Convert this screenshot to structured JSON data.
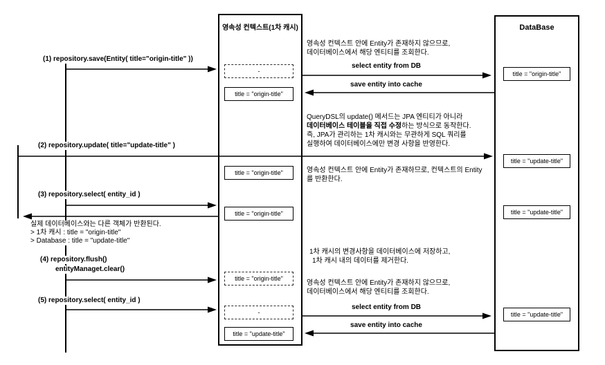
{
  "colors": {
    "stroke": "#000000",
    "background": "#ffffff"
  },
  "persistence_context": {
    "title": "영속성 컨텍스트(1차 캐시)",
    "entries": [
      "-",
      "title = \"origin-title\"",
      "title = \"origin-title\"",
      "title = \"origin-title\"",
      "title = \"origin-title\"",
      "-",
      "title = \"update-title\""
    ]
  },
  "database": {
    "title": "DataBase",
    "entries": [
      "title = \"origin-title\"",
      "title = \"update-title\"",
      "title = \"update-title\"",
      "title = \"update-title\""
    ]
  },
  "messages": {
    "save": "(1) repository.save(Entity( title=\"origin-title\" ))",
    "update": "(2) repository.update( title=\"update-title\" )",
    "select1": "(3) repository.select( entity_id )",
    "flush": "(4) repository.flush()",
    "clear": "entityManaget.clear()",
    "select2": "(5) repository.select( entity_id )",
    "select_entity_from_db_top": "select entity from DB",
    "save_entity_into_cache_top": "save entity into cache",
    "select_entity_from_db_bottom": "select entity from DB",
    "save_entity_into_cache_bottom": "save entity into cache"
  },
  "notes": {
    "db_lookup_top": [
      "영속성 컨텍스트 안에 Entity가 존재하지 않으므로,",
      "데이터베이스에서 해당 엔티티를 조회한다."
    ],
    "querydsl": {
      "line1": "QueryDSL의 update() 메서드는 JPA 엔티티가 아니라",
      "line2_bold": "데이터베이스 테이블을 직접 수정",
      "line2_rest": "하는 방식으로 동작한다.",
      "line3": "즉, JPA가 관리하는 1차 캐시와는 무관하게 SQL 쿼리를",
      "line4": "실행하여 데이터베이스에만 변경 사항을 반영한다."
    },
    "context_hit": [
      "영속성 컨텍스트 안에 Entity가 존재하므로, 컨텍스트의 Entity",
      "를 반환한다."
    ],
    "different_object": [
      "실제 데이터베이스와는 다른 객체가 반환된다.",
      "> 1차 캐시 : title = \"origin-title\"",
      "> Database : title = \"update-title\""
    ],
    "flush_clear": [
      "1차 캐시의 변경사항을 데이터베이스에 저장하고,",
      "1차 캐시 내의 데이터를 제거한다."
    ],
    "db_lookup_bottom": [
      "영속성 컨텍스트 안에 Entity가 존재하지 않으므로,",
      "데이터베이스에서 해당 엔티티를 조회한다."
    ]
  }
}
